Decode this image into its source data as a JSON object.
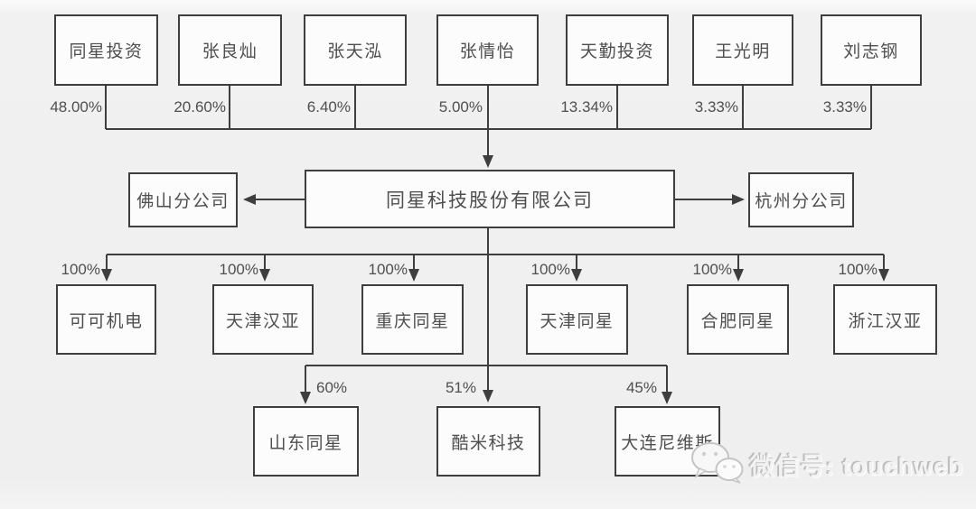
{
  "diagram": {
    "shareholders": [
      {
        "name": "同星投资",
        "pct": "48.00%"
      },
      {
        "name": "张良灿",
        "pct": "20.60%"
      },
      {
        "name": "张天泓",
        "pct": "6.40%"
      },
      {
        "name": "张情怡",
        "pct": "5.00%"
      },
      {
        "name": "天勤投资",
        "pct": "13.34%"
      },
      {
        "name": "王光明",
        "pct": "3.33%"
      },
      {
        "name": "刘志钢",
        "pct": "3.33%"
      }
    ],
    "company": {
      "name": "同星科技股份有限公司"
    },
    "branches": [
      {
        "name": "佛山分公司"
      },
      {
        "name": "杭州分公司"
      }
    ],
    "subsidiaries": [
      {
        "name": "可可机电",
        "pct": "100%"
      },
      {
        "name": "天津汉亚",
        "pct": "100%"
      },
      {
        "name": "重庆同星",
        "pct": "100%"
      },
      {
        "name": "天津同星",
        "pct": "100%"
      },
      {
        "name": "合肥同星",
        "pct": "100%"
      },
      {
        "name": "浙江汉亚",
        "pct": "100%"
      }
    ],
    "sub_subsidiaries": [
      {
        "name": "山东同星",
        "pct": "60%"
      },
      {
        "name": "酷米科技",
        "pct": "51%"
      },
      {
        "name": "大连尼维斯",
        "pct": "45%"
      }
    ],
    "watermark": {
      "label": "微信号: touchweb"
    },
    "colors": {
      "line": "#3e3e3e",
      "box_fill": "#fcfcfc",
      "text": "#4e4e4e",
      "background": "#efefef"
    }
  }
}
